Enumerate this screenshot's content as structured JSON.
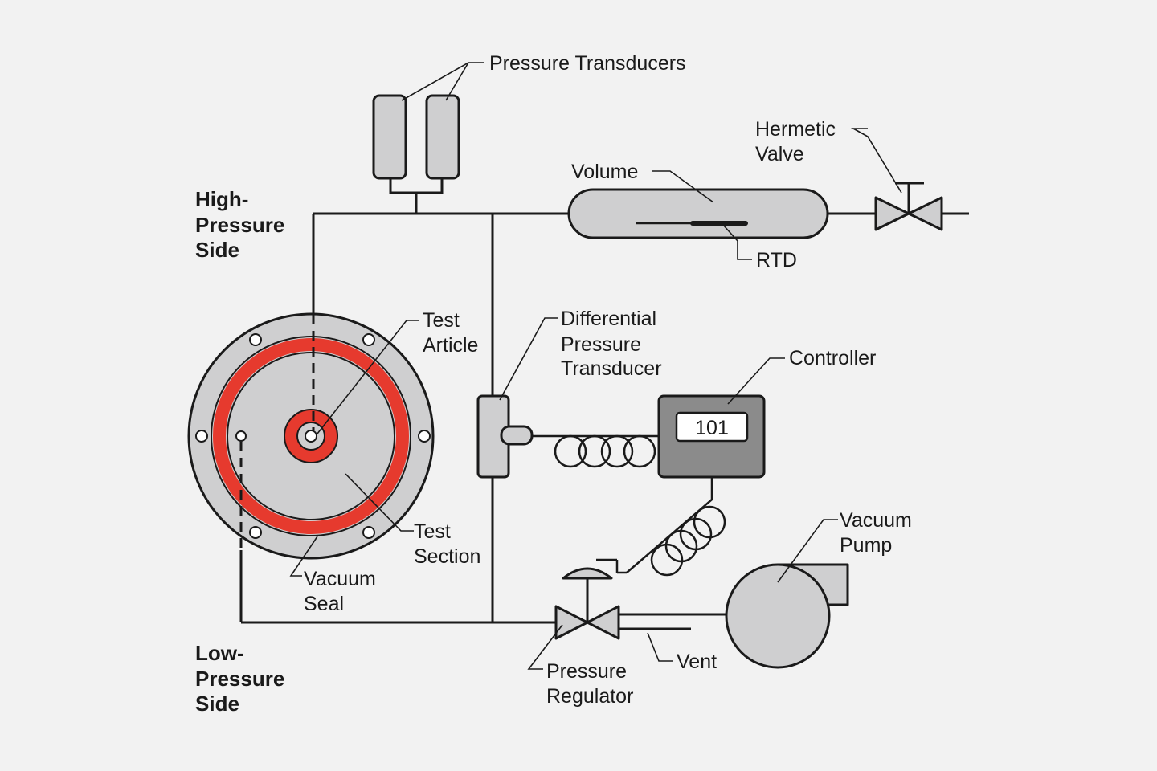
{
  "diagram": {
    "side_labels": {
      "high": [
        "High-",
        "Pressure",
        "Side"
      ],
      "low": [
        "Low-",
        "Pressure",
        "Side"
      ]
    },
    "labels": {
      "pressure_transducers": "Pressure Transducers",
      "hermetic_valve": [
        "Hermetic",
        "Valve"
      ],
      "volume": "Volume",
      "rtd": "RTD",
      "test_article": [
        "Test",
        "Article"
      ],
      "differential_pressure_transducer": [
        "Differential",
        "Pressure",
        "Transducer"
      ],
      "controller": "Controller",
      "test_section": [
        "Test",
        "Section"
      ],
      "vacuum_seal": [
        "Vacuum",
        "Seal"
      ],
      "vacuum_pump": [
        "Vacuum",
        "Pump"
      ],
      "vent": "Vent",
      "pressure_regulator": [
        "Pressure",
        "Regulator"
      ]
    },
    "controller_display": "101",
    "colors": {
      "background": "#f2f2f2",
      "component_fill": "#cfcfd0",
      "controller_fill": "#8b8b8b",
      "seal_red": "#e63a2e",
      "line": "#1a1a1a"
    }
  }
}
